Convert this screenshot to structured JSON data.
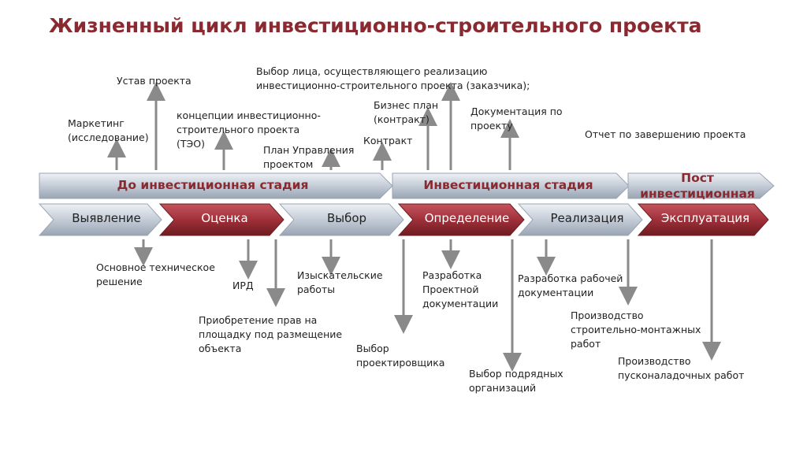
{
  "title": "Жизненный цикл инвестиционно-строительного проекта",
  "stages": [
    "До инвестиционная стадия",
    "Инвестиционная стадия",
    "Пост инвестиционная"
  ],
  "phases": [
    "Выявление",
    "Оценка",
    "Выбор",
    "Определение",
    "Реализация",
    "Эксплуатация"
  ],
  "top_labels": [
    "Устав проекта",
    "Маркетинг\n(исследование)",
    "концепции инвестиционно-\nстроительного проекта\n(ТЭО)",
    "План Управления\nпроектом",
    "Выбор лица, осуществляющего реализацию\nинвестиционно-строительного проекта (заказчика);",
    "Бизнес план\n(контракт)",
    "Контракт",
    "Документация по\nпроекту",
    "Отчет по завершению проекта"
  ],
  "bottom_labels": [
    "Основное техническое\nрешение",
    "ИРД",
    "Приобретение прав на\nплощадку под размещение\nобъекта",
    "Изыскательские\nработы",
    "Выбор\nпроектировщика",
    "Разработка\nПроектной\nдокументации",
    "Выбор подрядных\nорганизаций",
    "Разработка рабочей\nдокументации",
    "Производство\nстроительно-монтажных\nработ",
    "Производство\nпусконаладочных работ"
  ],
  "colors": {
    "accent": "#8a2a30",
    "red": "#a6343c",
    "grey": "#c9d0da"
  }
}
